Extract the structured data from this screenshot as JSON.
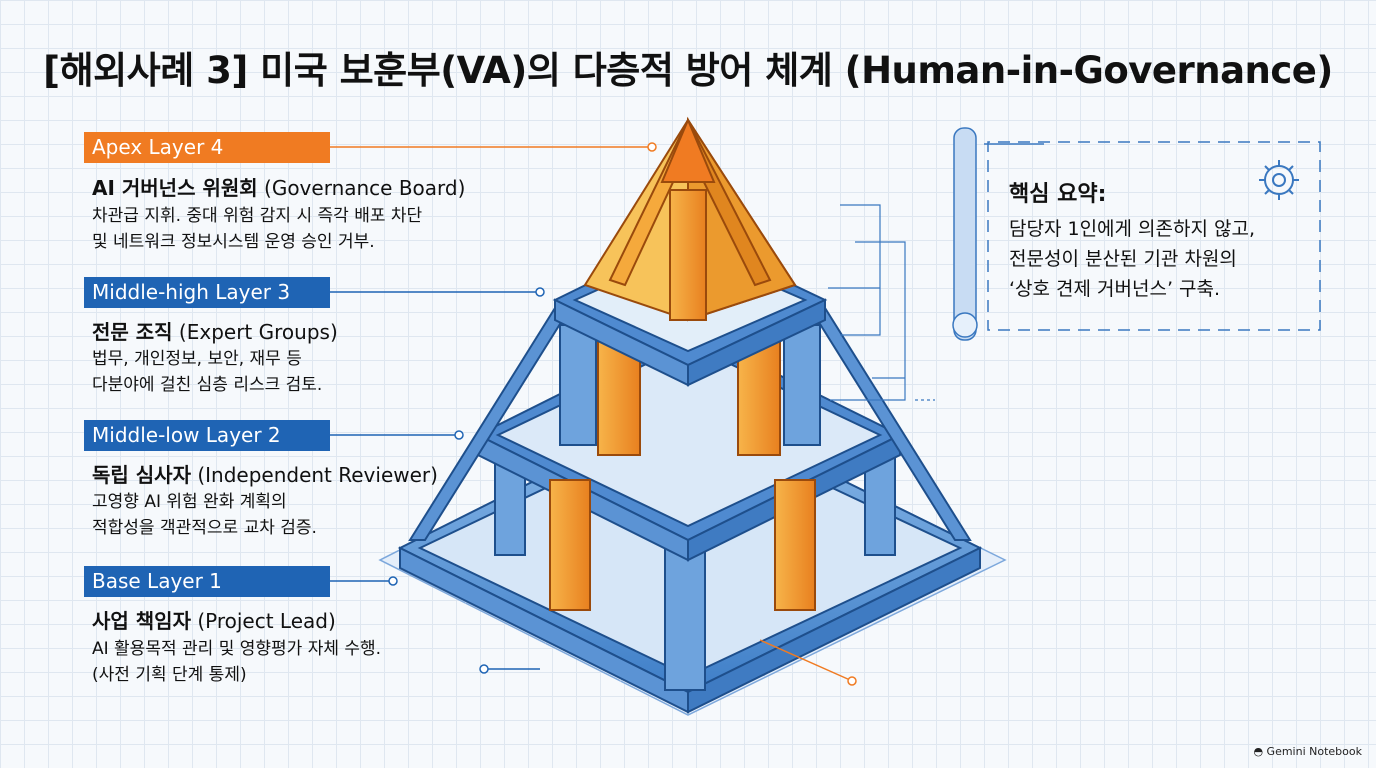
{
  "title": "[해외사례 3] 미국 보훈부(VA)의 다층적 방어 체계 (Human-in-Governance)",
  "layers": [
    {
      "tag": "Apex Layer 4",
      "heading_ko": "AI 거버넌스 위원회",
      "heading_en": " (Governance Board)",
      "desc": "차관급 지휘. 중대 위험 감지 시 즉각 배포 차단\n및 네트워크 정보시스템 운영 승인 거부."
    },
    {
      "tag": "Middle-high Layer 3",
      "heading_ko": "전문 조직",
      "heading_en": " (Expert Groups)",
      "desc": "법무, 개인정보, 보안, 재무 등\n다분야에 걸친 심층 리스크 검토."
    },
    {
      "tag": "Middle-low Layer 2",
      "heading_ko": "독립 심사자",
      "heading_en": " (Independent Reviewer)",
      "desc": "고영향 AI 위험 완화 계획의\n적합성을 객관적으로 교차 검증."
    },
    {
      "tag": "Base Layer 1",
      "heading_ko": "사업 책임자",
      "heading_en": " (Project Lead)",
      "desc": "AI 활용목적 관리 및 영향평가 자체 수행.\n(사전 기획 단계 통제)"
    }
  ],
  "summary": {
    "title": "핵심 요약:",
    "body": "담당자 1인에게 의존하지 않고,\n전문성이 분산된 기관 차원의\n‘상호 견제 거버넌스’ 구축."
  },
  "brand": "Gemini Notebook",
  "colors": {
    "apex": "#f07b22",
    "blue_tag": "#1f64b4",
    "frame_blue": "#5b93d4",
    "frame_orange": "#f0a23a"
  },
  "icons": [
    "gear-icon",
    "scroll-icon",
    "notebook-logo-icon"
  ]
}
